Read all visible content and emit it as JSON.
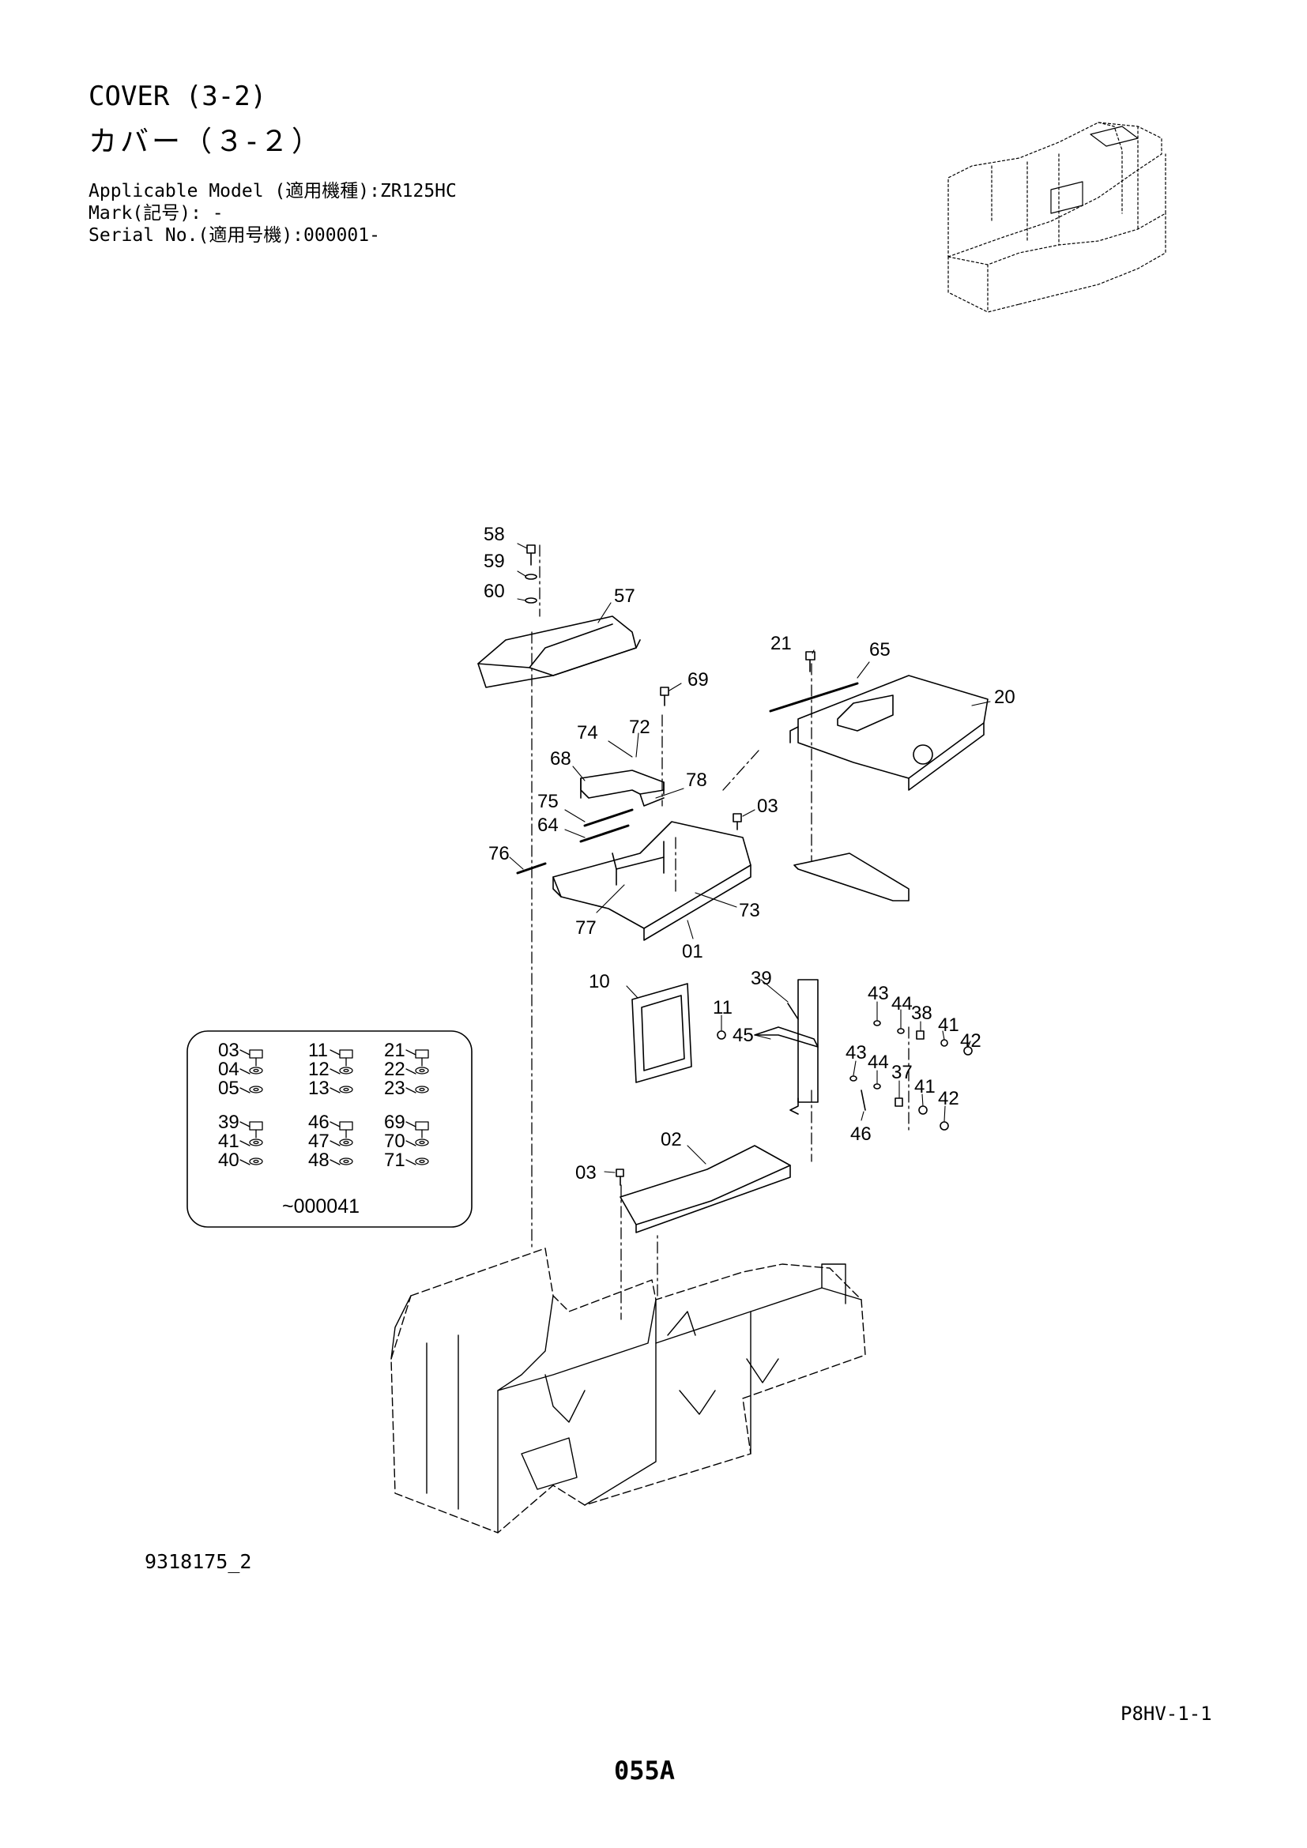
{
  "header": {
    "title_en": "COVER (3-2)",
    "title_ja": "カバー（３-２）",
    "applicable_model": "Applicable Model (適用機種):ZR125HC",
    "mark": "Mark(記号): -",
    "serial_no": "Serial No.(適用号機):000001-"
  },
  "callouts": [
    "58",
    "59",
    "60",
    "57",
    "21",
    "65",
    "20",
    "69",
    "74",
    "72",
    "68",
    "78",
    "75",
    "64",
    "03",
    "76",
    "77",
    "73",
    "01",
    "10",
    "39",
    "11",
    "45",
    "43",
    "44",
    "38",
    "41",
    "42",
    "43",
    "44",
    "37",
    "41",
    "42",
    "46",
    "02",
    "03"
  ],
  "inset_kit": {
    "groups": [
      [
        "03",
        "04",
        "05"
      ],
      [
        "11",
        "12",
        "13"
      ],
      [
        "21",
        "22",
        "23"
      ],
      [
        "39",
        "41",
        "40"
      ],
      [
        "46",
        "47",
        "48"
      ],
      [
        "69",
        "70",
        "71"
      ]
    ],
    "serial_note": "~000041"
  },
  "footer": {
    "drawing_number": "9318175_2",
    "sheet_code": "P8HV-1-1",
    "page_number": "055A"
  }
}
